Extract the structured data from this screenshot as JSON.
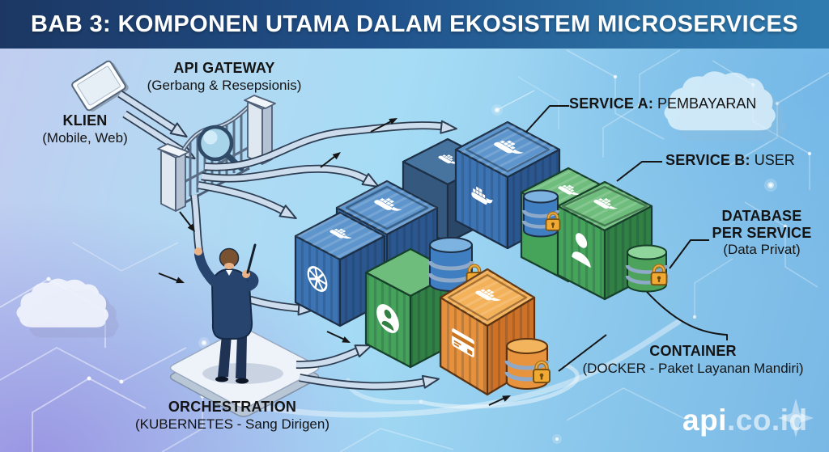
{
  "header": {
    "title": "BAB 3: KOMPONEN UTAMA DALAM EKOSISTEM MICROSERVICES"
  },
  "labels": {
    "klien": {
      "title": "KLIEN",
      "subtitle": "(Mobile, Web)"
    },
    "api_gateway": {
      "title": "API GATEWAY",
      "subtitle": "(Gerbang & Resepsionis)"
    },
    "service_a": {
      "prefix": "SERVICE A:",
      "value": "PEMBAYARAN"
    },
    "service_b": {
      "prefix": "SERVICE B:",
      "value": "USER"
    },
    "database_per_service": {
      "line1": "DATABASE",
      "line2": "PER SERVICE",
      "subtitle": "(Data Privat)"
    },
    "container": {
      "title": "CONTAINER",
      "subtitle": "(DOCKER - Paket Layanan Mandiri)"
    },
    "orchestration": {
      "title": "ORCHESTRATION",
      "subtitle": "(KUBERNETES - Sang Dirigen)"
    }
  },
  "watermark": {
    "brand": "api",
    "domain": ".co.id"
  },
  "colors": {
    "title_bar_left": "#1c3763",
    "title_bar_right": "#2f7bb0",
    "container_blue": "#3c74b4",
    "container_green": "#46a35a",
    "container_orange": "#e8913c",
    "database_blue": "#3f7fc1",
    "database_green": "#4da35c",
    "database_orange": "#e8943e",
    "padlock_gold": "#f0a933",
    "arrow_fill": "#cdddee",
    "arrow_outline": "#2e3e52",
    "label_text": "#141414",
    "background_sky": "#a6dcf5",
    "background_purple": "#9b94e2"
  },
  "icons": [
    "docker-whale-icon",
    "kubernetes-wheel-icon",
    "shopping-cart-icon",
    "user-icon",
    "credit-card-icon",
    "database-cylinder-icon",
    "padlock-icon",
    "magnifier-icon",
    "cloud-icon",
    "tablet-icon",
    "gate-icon",
    "conductor-figure-icon",
    "sparkle-icon"
  ]
}
